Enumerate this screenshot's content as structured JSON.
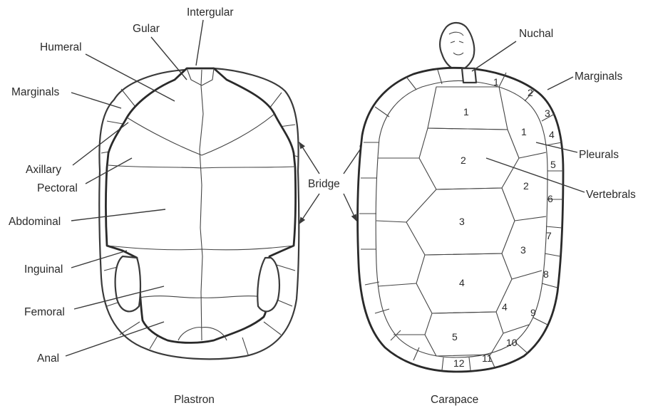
{
  "diagram": {
    "plastron_view": {
      "caption": "Plastron",
      "labels": {
        "intergular": "Intergular",
        "gular": "Gular",
        "humeral": "Humeral",
        "marginals": "Marginals",
        "axillary": "Axillary",
        "pectoral": "Pectoral",
        "abdominal": "Abdominal",
        "inguinal": "Inguinal",
        "femoral": "Femoral",
        "anal": "Anal"
      }
    },
    "bridge_label": "Bridge",
    "carapace_view": {
      "caption": "Carapace",
      "labels": {
        "nuchal": "Nuchal",
        "marginals": "Marginals",
        "pleurals": "Pleurals",
        "vertebrals": "Vertebrals"
      },
      "vertebral_numbers": [
        "1",
        "2",
        "3",
        "4",
        "5"
      ],
      "pleural_numbers": [
        "1",
        "2",
        "3",
        "4"
      ],
      "marginal_numbers": [
        "1",
        "2",
        "3",
        "4",
        "5",
        "6",
        "7",
        "8",
        "9",
        "10",
        "11",
        "12"
      ]
    }
  }
}
